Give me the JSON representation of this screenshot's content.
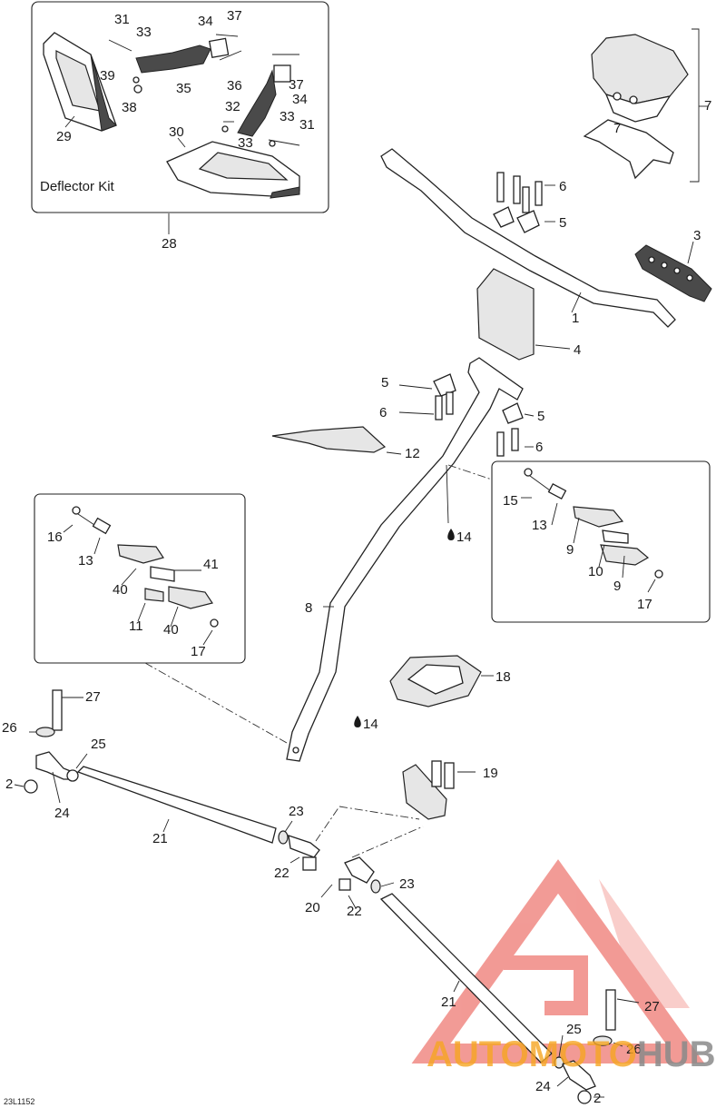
{
  "diagram": {
    "drawing_number": "23L1152",
    "kits": [
      {
        "id": "deflector-kit",
        "title": "Deflector Kit",
        "ref": "28"
      }
    ],
    "callouts": [
      {
        "id": "c31a",
        "text": "31"
      },
      {
        "id": "c33a",
        "text": "33"
      },
      {
        "id": "c34a",
        "text": "34"
      },
      {
        "id": "c37a",
        "text": "37"
      },
      {
        "id": "c39",
        "text": "39"
      },
      {
        "id": "c35",
        "text": "35"
      },
      {
        "id": "c38",
        "text": "38"
      },
      {
        "id": "c29",
        "text": "29"
      },
      {
        "id": "c36",
        "text": "36"
      },
      {
        "id": "c37b",
        "text": "37"
      },
      {
        "id": "c32",
        "text": "32"
      },
      {
        "id": "c34b",
        "text": "34"
      },
      {
        "id": "c33b",
        "text": "33"
      },
      {
        "id": "c31b",
        "text": "31"
      },
      {
        "id": "c30",
        "text": "30"
      },
      {
        "id": "c33c",
        "text": "33"
      },
      {
        "id": "c28",
        "text": "28"
      },
      {
        "id": "c7a",
        "text": "7"
      },
      {
        "id": "c7b",
        "text": "7"
      },
      {
        "id": "c6a",
        "text": "6"
      },
      {
        "id": "c5a",
        "text": "5"
      },
      {
        "id": "c3",
        "text": "3"
      },
      {
        "id": "c1",
        "text": "1"
      },
      {
        "id": "c4",
        "text": "4"
      },
      {
        "id": "c5b",
        "text": "5"
      },
      {
        "id": "c6b",
        "text": "6"
      },
      {
        "id": "c5c",
        "text": "5"
      },
      {
        "id": "c6c",
        "text": "6"
      },
      {
        "id": "c12",
        "text": "12"
      },
      {
        "id": "c14a",
        "text": "14"
      },
      {
        "id": "c15",
        "text": "15"
      },
      {
        "id": "c13a",
        "text": "13"
      },
      {
        "id": "c9a",
        "text": "9"
      },
      {
        "id": "c10",
        "text": "10"
      },
      {
        "id": "c9b",
        "text": "9"
      },
      {
        "id": "c17a",
        "text": "17"
      },
      {
        "id": "c16",
        "text": "16"
      },
      {
        "id": "c13b",
        "text": "13"
      },
      {
        "id": "c41",
        "text": "41"
      },
      {
        "id": "c40a",
        "text": "40"
      },
      {
        "id": "c11",
        "text": "11"
      },
      {
        "id": "c40b",
        "text": "40"
      },
      {
        "id": "c17b",
        "text": "17"
      },
      {
        "id": "c8",
        "text": "8"
      },
      {
        "id": "c18",
        "text": "18"
      },
      {
        "id": "c14b",
        "text": "14"
      },
      {
        "id": "c27a",
        "text": "27"
      },
      {
        "id": "c26a",
        "text": "26"
      },
      {
        "id": "c25a",
        "text": "25"
      },
      {
        "id": "c2a",
        "text": "2"
      },
      {
        "id": "c24a",
        "text": "24"
      },
      {
        "id": "c21a",
        "text": "21"
      },
      {
        "id": "c23a",
        "text": "23"
      },
      {
        "id": "c22a",
        "text": "22"
      },
      {
        "id": "c19",
        "text": "19"
      },
      {
        "id": "c20",
        "text": "20"
      },
      {
        "id": "c22b",
        "text": "22"
      },
      {
        "id": "c23b",
        "text": "23"
      },
      {
        "id": "c21b",
        "text": "21"
      },
      {
        "id": "c27b",
        "text": "27"
      },
      {
        "id": "c25b",
        "text": "25"
      },
      {
        "id": "c26b",
        "text": "26"
      },
      {
        "id": "c24b",
        "text": "24"
      },
      {
        "id": "c2b",
        "text": "2"
      }
    ]
  },
  "watermark": {
    "word_part1": "AUTOMOTO",
    "word_part2": "HUB",
    "color_red": "#e8483f",
    "color_orange": "#f6a623",
    "color_gray": "#8a8a8a"
  }
}
